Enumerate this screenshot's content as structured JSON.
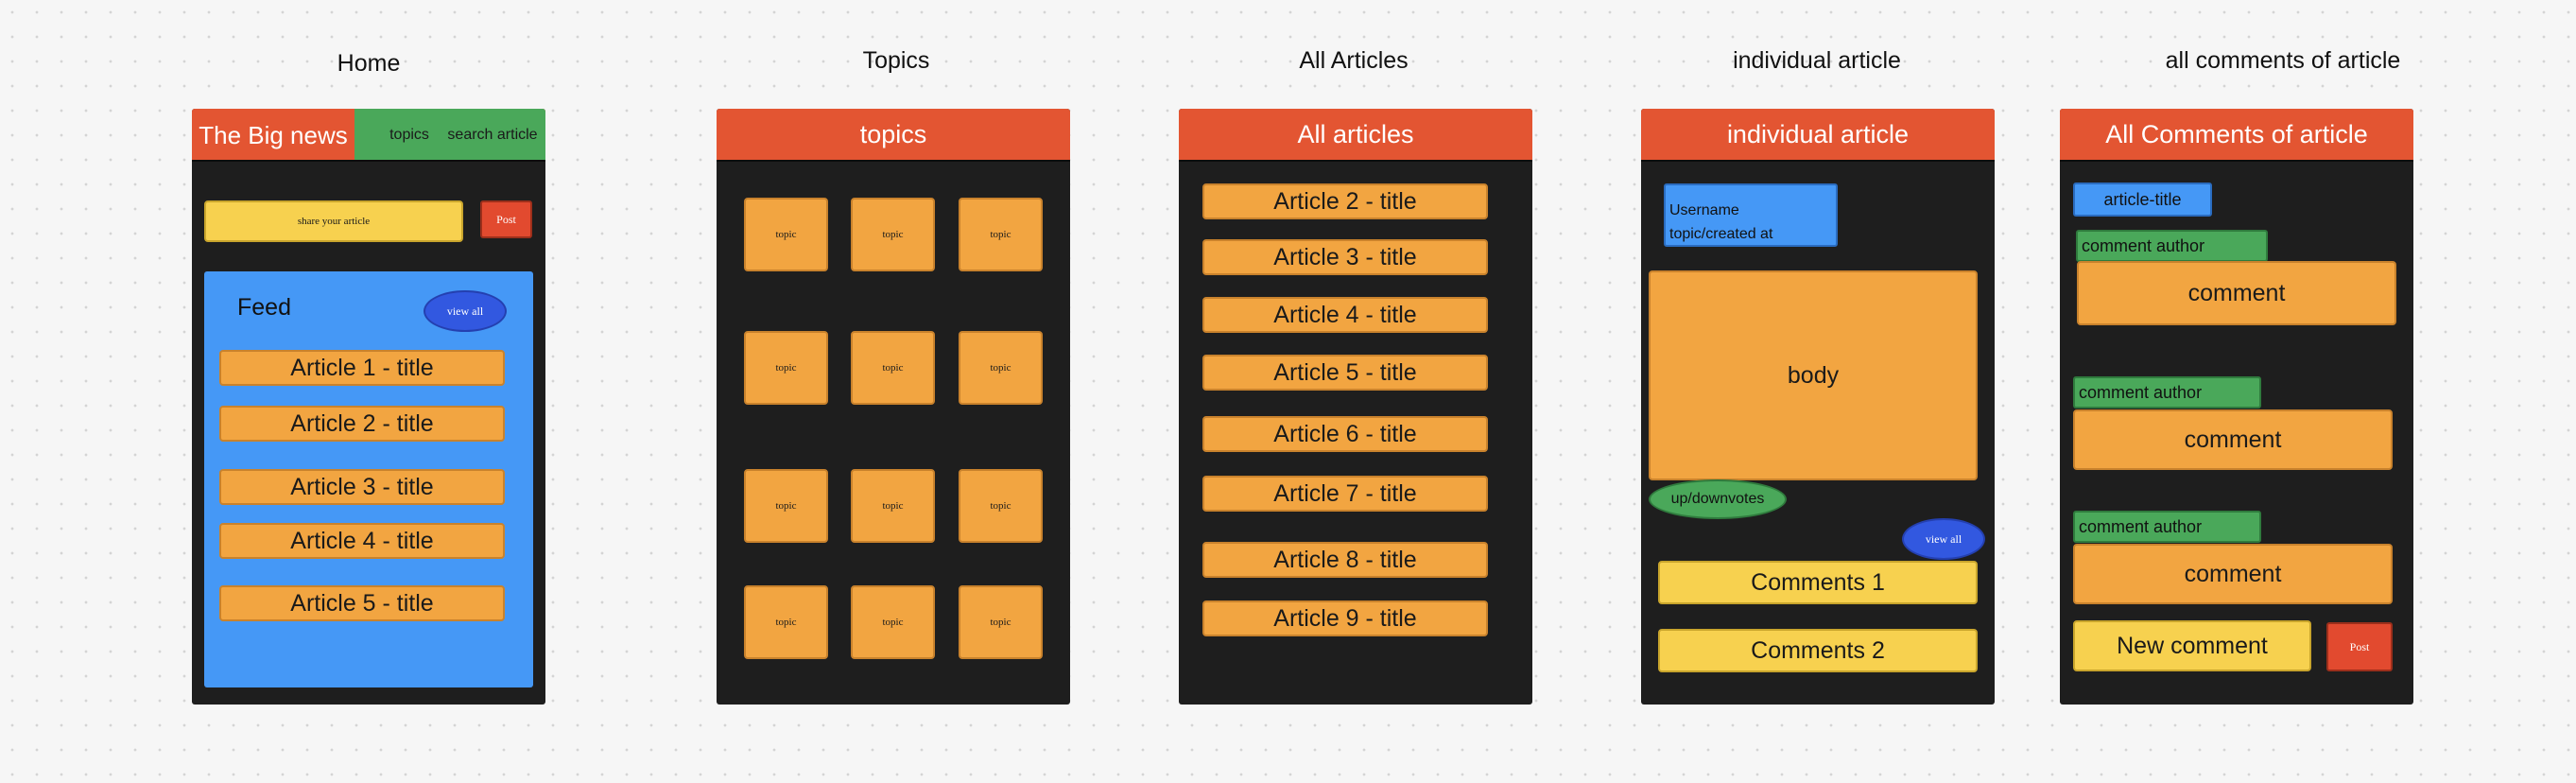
{
  "frames": {
    "home": {
      "title": "Home",
      "brand": "The Big news",
      "nav_topics": "topics",
      "nav_search": "search article",
      "share_placeholder": "share your article",
      "post": "Post",
      "feed_label": "Feed",
      "view_all": "view all",
      "articles": [
        "Article 1 - title",
        "Article 2 - title",
        "Article 3 - title",
        "Article 4 - title",
        "Article 5 - title"
      ]
    },
    "topics": {
      "title": "Topics",
      "header": "topics",
      "tiles": [
        "topic",
        "topic",
        "topic",
        "topic",
        "topic",
        "topic",
        "topic",
        "topic",
        "topic",
        "topic",
        "topic",
        "topic"
      ]
    },
    "all_articles": {
      "title": "All Articles",
      "header": "All articles",
      "articles": [
        "Article 2 - title",
        "Article 3 - title",
        "Article 4 - title",
        "Article 5 - title",
        "Article 6 - title",
        "Article 7 - title",
        "Article 8 - title",
        "Article 9 - title"
      ]
    },
    "individual": {
      "title": "individual article",
      "header": "individual article",
      "username": "Username",
      "meta": "topic/created at",
      "body": "body",
      "votes": "up/downvotes",
      "view_all": "view all",
      "comments": [
        "Comments 1",
        "Comments 2"
      ]
    },
    "comments": {
      "title": "all comments of article",
      "header": "All Comments of article",
      "article_title": "article-title",
      "authors": [
        "comment author",
        "comment author",
        "comment author"
      ],
      "comments": [
        "comment",
        "comment",
        "comment"
      ],
      "new_comment": "New comment",
      "post": "Post"
    }
  },
  "colors": {
    "header": "#e35532",
    "frame": "#1e1e1e",
    "orange": "#f2a541",
    "yellow": "#f7d14f",
    "green": "#4aa85a",
    "blue": "#4598f6",
    "pill_blue": "#3258e0"
  }
}
